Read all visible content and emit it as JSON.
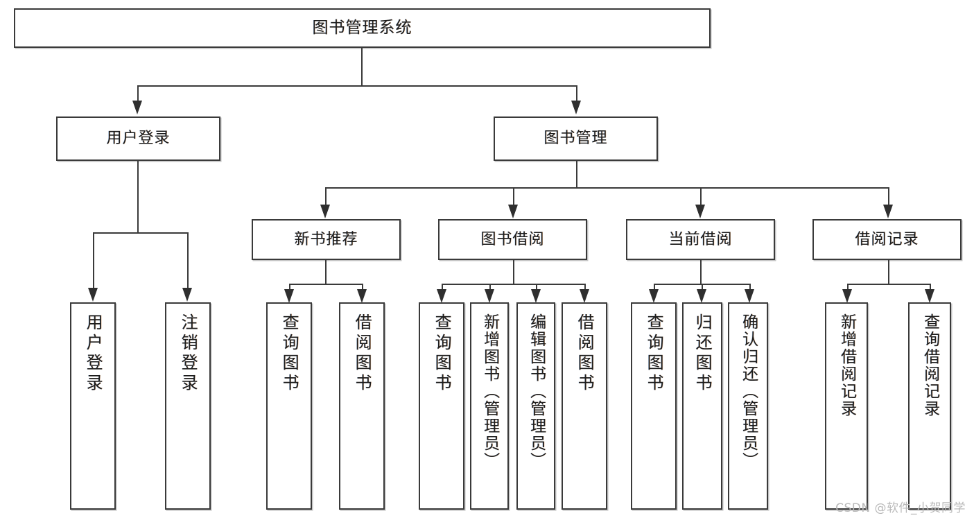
{
  "diagram": {
    "title": "图书管理系统",
    "watermark": "CSDN @软件_小贺同学",
    "colors": {
      "box_border": "#3a3a3a",
      "connector": "#3a3a3a",
      "background": "#ffffff",
      "text": "#1d1d1d",
      "watermark": "#b9b9b9"
    }
  },
  "root": {
    "label": "图书管理系统"
  },
  "level2": [
    {
      "label": "用户登录"
    },
    {
      "label": "图书管理"
    }
  ],
  "level3": [
    {
      "label": "新书推荐"
    },
    {
      "label": "图书借阅"
    },
    {
      "label": "当前借阅"
    },
    {
      "label": "借阅记录"
    }
  ],
  "leaves": {
    "user_login": [
      {
        "label": "用户登录"
      },
      {
        "label": "注销登录"
      }
    ],
    "new_book": [
      {
        "label": "查询图书"
      },
      {
        "label": "借阅图书"
      }
    ],
    "borrow": [
      {
        "label": "查询图书"
      },
      {
        "label": "新增图书（管理员）"
      },
      {
        "label": "编辑图书（管理员）"
      },
      {
        "label": "借阅图书"
      }
    ],
    "current": [
      {
        "label": "查询图书"
      },
      {
        "label": "归还图书"
      },
      {
        "label": "确认归还（管理员）"
      }
    ],
    "records": [
      {
        "label": "新增借阅记录"
      },
      {
        "label": "查询借阅记录"
      }
    ]
  }
}
